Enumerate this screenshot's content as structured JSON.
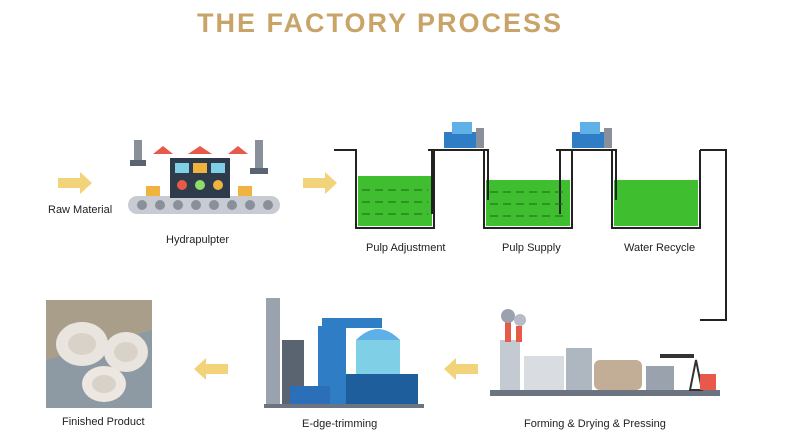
{
  "title": "THE FACTORY PROCESS",
  "steps": {
    "raw_material": "Raw Material",
    "hydrapulpter": "Hydrapulpter",
    "pulp_adjustment": "Pulp Adjustment",
    "pulp_supply": "Pulp Supply",
    "water_recycle": "Water Recycle",
    "forming": "Forming & Drying & Pressing",
    "edge_trimming": "E-dge-trimming",
    "finished": "Finished Product"
  },
  "colors": {
    "title": "#c9a469",
    "arrow": "#f2d37a",
    "pulp_green": "#3fbf2f",
    "pipe": "#222222"
  }
}
